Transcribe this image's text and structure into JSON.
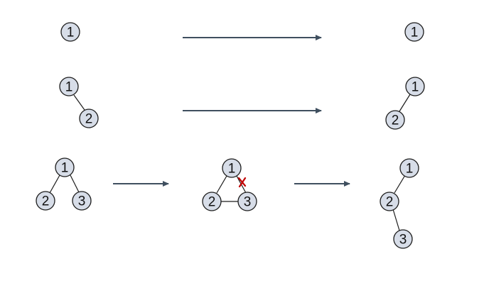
{
  "colors": {
    "node_fill": "#d7dde8",
    "node_stroke": "#1c1c1c",
    "arrow": "#3f4f5f",
    "removed_edge_mark": "#c00000"
  },
  "rows": [
    {
      "before": {
        "nodes": [
          "1"
        ]
      },
      "after": {
        "nodes": [
          "1"
        ]
      }
    },
    {
      "before": {
        "nodes": [
          "1",
          "2"
        ]
      },
      "after": {
        "nodes": [
          "1",
          "2"
        ]
      }
    },
    {
      "before": {
        "nodes": [
          "1",
          "2",
          "3"
        ]
      },
      "middle": {
        "nodes": [
          "1",
          "2",
          "3"
        ],
        "removed_edge": "1-3"
      },
      "after": {
        "nodes": [
          "1",
          "2",
          "3"
        ]
      }
    }
  ]
}
